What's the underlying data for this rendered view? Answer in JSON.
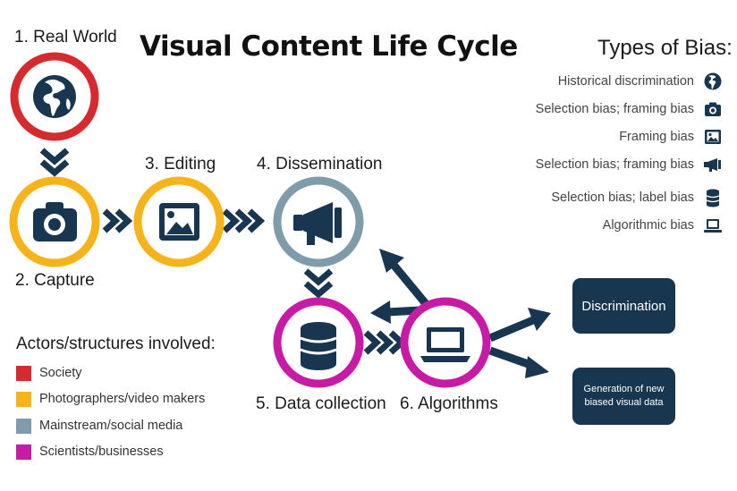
{
  "title": "Visual Content Life Cycle",
  "steps": {
    "s1": "1. Real World",
    "s2": "2. Capture",
    "s3": "3. Editing",
    "s4": "4. Dissemination",
    "s5": "5. Data collection",
    "s6": "6. Algorithms"
  },
  "bias": {
    "heading": "Types of Bias:",
    "items": [
      {
        "label": "Historical discrimination",
        "icon": "globe-icon"
      },
      {
        "label": "Selection bias; framing bias",
        "icon": "camera-icon"
      },
      {
        "label": "Framing bias",
        "icon": "image-icon"
      },
      {
        "label": "Selection bias; framing bias",
        "icon": "megaphone-icon"
      },
      {
        "label": "Selection bias; label bias",
        "icon": "database-icon"
      },
      {
        "label": "Algorithmic bias",
        "icon": "laptop-icon"
      }
    ]
  },
  "actors": {
    "heading": "Actors/structures involved:",
    "items": [
      {
        "label": "Society",
        "color": "#d52b2e"
      },
      {
        "label": "Photographers/video makers",
        "color": "#f6b31a"
      },
      {
        "label": "Mainstream/social media",
        "color": "#7e9ca9"
      },
      {
        "label": "Scientists/businesses",
        "color": "#c71aa5"
      }
    ]
  },
  "outcomes": {
    "discrimination": "Discrimination",
    "generation": "Generation of new biased visual data"
  },
  "colors": {
    "navy": "#183650",
    "society": "#d52b2e",
    "photographers": "#f6b31a",
    "media": "#7e9ca9",
    "scientists": "#c71aa5"
  }
}
